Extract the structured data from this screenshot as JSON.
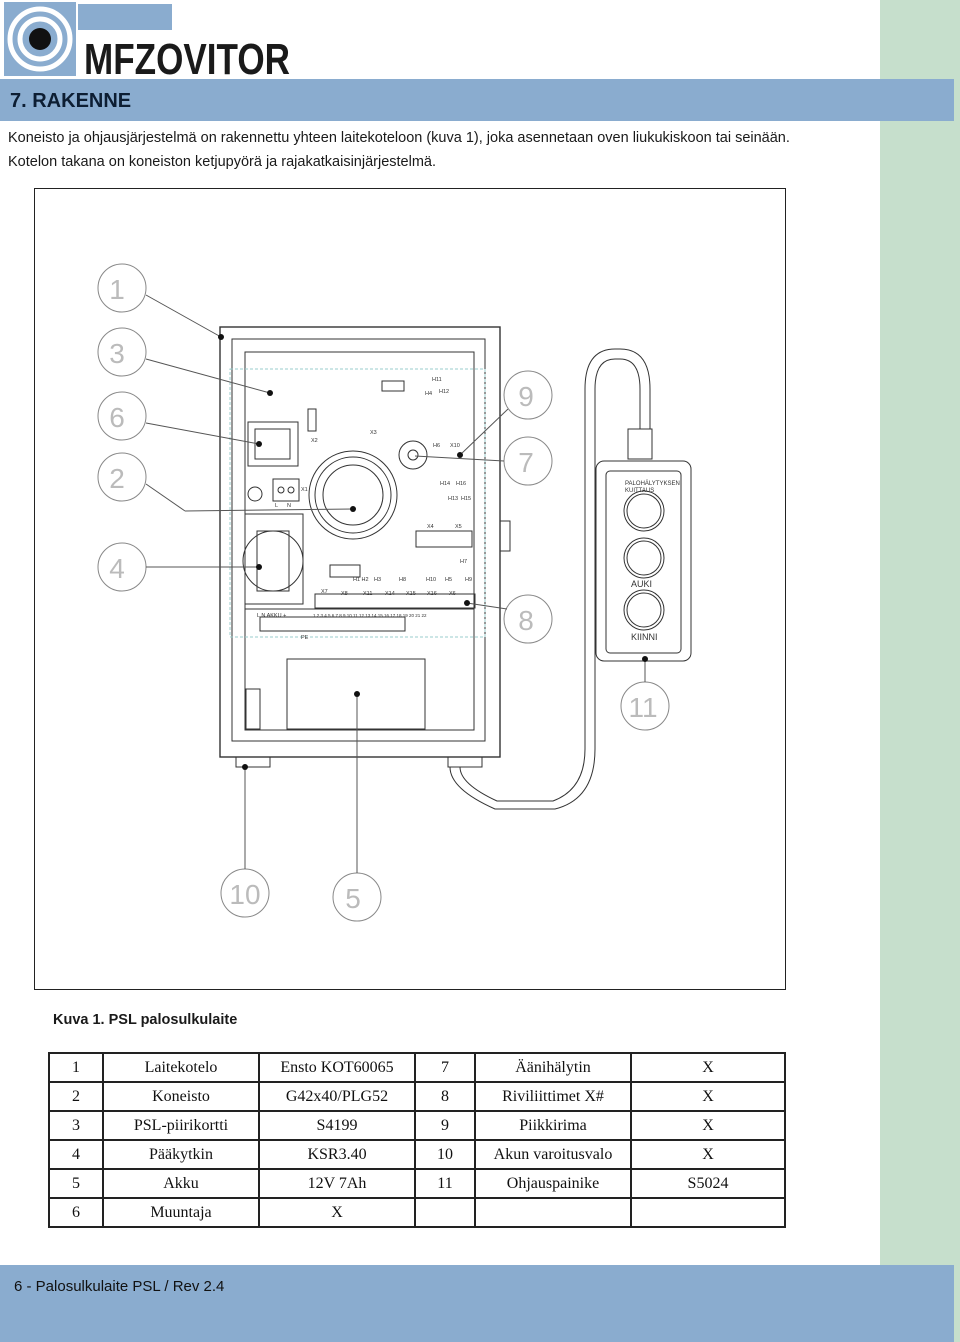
{
  "brand": {
    "logo_text": "MFZOVITOR",
    "accent_blue": "#8aaccf",
    "side_green": "#c6dfcc"
  },
  "section": {
    "title": "7. RAKENNE"
  },
  "intro": {
    "line1": "Koneisto ja ohjausjärjestelmä on rakennettu yhteen laitekoteloon (kuva 1), joka asennetaan oven liukukiskoon tai seinään.",
    "line2": "Kotelon takana on koneiston ketjupyörä ja rajakatkaisinjärjestelmä."
  },
  "figure": {
    "callouts": [
      "1",
      "3",
      "6",
      "2",
      "4",
      "9",
      "7",
      "8",
      "11",
      "10",
      "5"
    ],
    "board_labels": {
      "h11": "H11",
      "h4": "H4",
      "h12": "H12",
      "x2": "X2",
      "x3": "X3",
      "h6": "H6",
      "x10": "X10",
      "x1": "X1",
      "l": "L",
      "n": "N",
      "h14": "H14",
      "h16": "H16",
      "h13": "H13",
      "h15": "H15",
      "x4": "X4",
      "x5": "X5",
      "h7": "H7",
      "h1h2": "H1 H2",
      "h3": "H3",
      "h8": "H8",
      "h10": "H10",
      "h5": "H5",
      "h9": "H9",
      "x7": "X7",
      "x8": "X8",
      "x11": "X11",
      "x14": "X14",
      "x15": "X15",
      "x16": "X16",
      "x6": "X6",
      "lnakku": "L   N   AKKU   +",
      "terminals": "1 2 3 4 5 6 7 8 9 10 11 12 13 14 15 16 17 18 19 20 21 22",
      "pe": "PE"
    },
    "panel": {
      "label_top_1": "PALOHÄLYTYKSEN",
      "label_top_2": "KUITTAUS",
      "label_mid": "AUKI",
      "label_bottom": "KIINNI"
    }
  },
  "caption": "Kuva 1. PSL palosulkulaite",
  "parts_table": [
    [
      "1",
      "Laitekotelo",
      "Ensto KOT60065",
      "7",
      "Äänihälytin",
      "X"
    ],
    [
      "2",
      "Koneisto",
      "G42x40/PLG52",
      "8",
      "Riviliittimet X#",
      "X"
    ],
    [
      "3",
      "PSL-piirikortti",
      "S4199",
      "9",
      "Piikkirima",
      "X"
    ],
    [
      "4",
      "Pääkytkin",
      "KSR3.40",
      "10",
      "Akun varoitusvalo",
      "X"
    ],
    [
      "5",
      "Akku",
      "12V 7Ah",
      "11",
      "Ohjauspainike",
      "S5024"
    ],
    [
      "6",
      "Muuntaja",
      "X",
      "",
      "",
      ""
    ]
  ],
  "footer": {
    "text": "6 - Palosulkulaite PSL / Rev 2.4"
  }
}
